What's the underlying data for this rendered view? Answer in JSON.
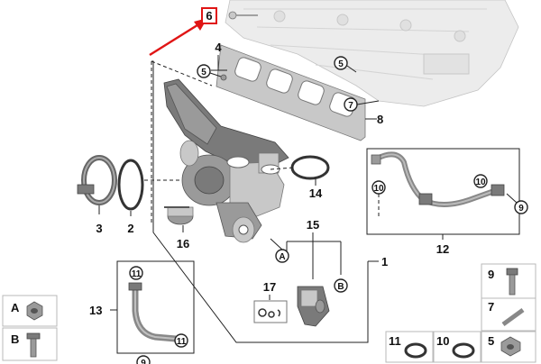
{
  "diagram": {
    "highlighted_callout": "6",
    "highlight_color": "#e01515",
    "labels": {
      "l1": "1",
      "l2": "2",
      "l3": "3",
      "l4": "4",
      "l5": "5",
      "l7": "7",
      "l8": "8",
      "l9": "9",
      "l10": "10",
      "l11": "11",
      "l12": "12",
      "l13": "13",
      "l14": "14",
      "l15": "15",
      "l16": "16",
      "l17": "17",
      "lA": "A",
      "lB": "B"
    }
  }
}
